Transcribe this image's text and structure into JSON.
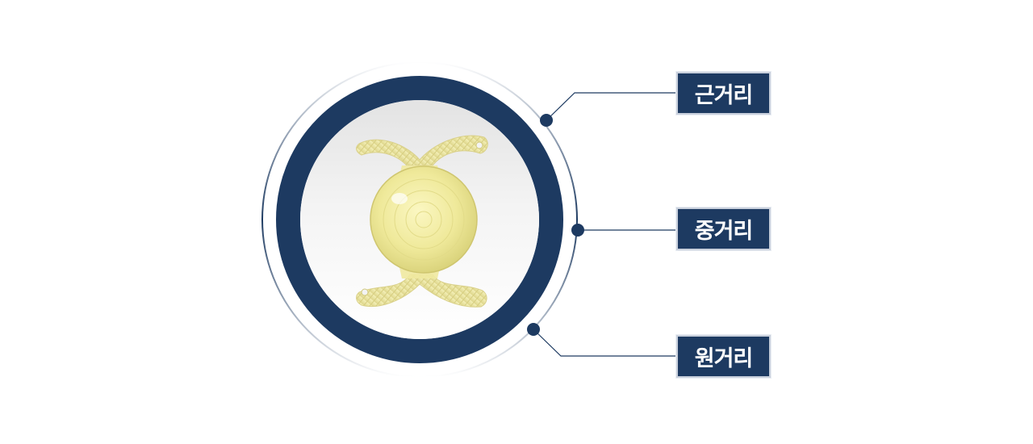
{
  "labels": {
    "near": "근거리",
    "intermediate": "중거리",
    "far": "원거리"
  },
  "colors": {
    "navy": "#1d3a61",
    "lens_yellow": "#f0ec9a",
    "background": "#ffffff"
  }
}
